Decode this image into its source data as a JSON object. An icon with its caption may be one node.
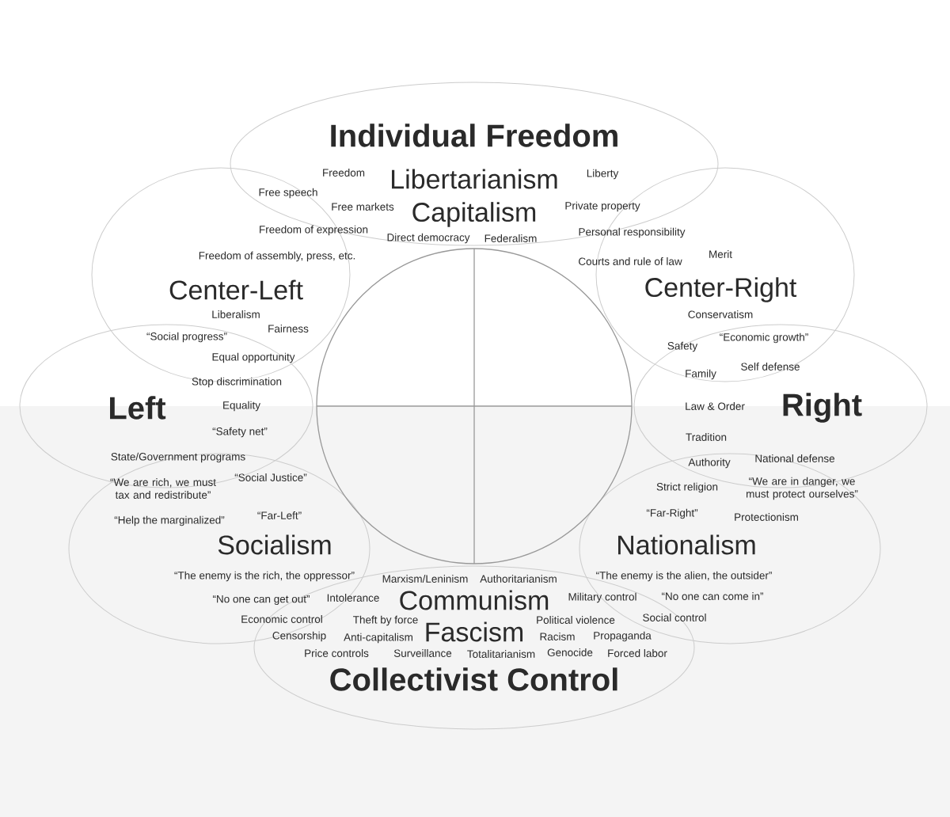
{
  "diagram": {
    "nodes": [
      {
        "text": [
          "Individual Freedom",
          "Libertarianism",
          "Capitalism"
        ]
      },
      {
        "text": [
          "Center-Left"
        ]
      },
      {
        "text": [
          "Center-Right"
        ]
      },
      {
        "text": [
          "Left"
        ]
      },
      {
        "text": [
          "Right"
        ]
      },
      {
        "text": [
          "Socialism"
        ]
      },
      {
        "text": [
          "Nationalism"
        ]
      },
      {
        "text": [
          "Communism",
          "Fascism",
          "Collectivist Control"
        ]
      },
      {
        "text": [],
        "shape": "circle"
      }
    ],
    "labels": [
      "Freedom",
      "Liberty",
      "Free speech",
      "Free markets",
      "Private property",
      "Freedom of expression",
      "Direct democracy",
      "Federalism",
      "Personal responsibility",
      "Freedom of assembly, press, etc.",
      "Courts and rule of law",
      "Merit",
      "Liberalism",
      "Conservatism",
      "Fairness",
      "“Social progress”",
      "“Economic growth”",
      "Safety",
      "Equal opportunity",
      "Family",
      "Self defense",
      "Stop discrimination",
      "Equality",
      "Law & Order",
      "“Safety net”",
      "Tradition",
      "State/Government programs",
      "Authority",
      "National defense",
      "“Social Justice”",
      "“We are rich, we must tax and redistribute”",
      "Strict religion",
      "“We are in danger, we must protect ourselves”",
      "“Far-Left”",
      "“Far-Right”",
      "“Help the marginalized”",
      "Protectionism",
      "“The enemy is the rich, the oppressor”",
      "Marxism/Leninism",
      "Authoritarianism",
      "“The enemy is the alien, the outsider”",
      "“No one can get out”",
      "Intolerance",
      "Military control",
      "“No one can come in”",
      "Economic control",
      "Theft by force",
      "Political violence",
      "Social control",
      "Censorship",
      "Anti-capitalism",
      "Racism",
      "Propaganda",
      "Price controls",
      "Surveillance",
      "Totalitarianism",
      "Genocide",
      "Forced labor"
    ]
  }
}
